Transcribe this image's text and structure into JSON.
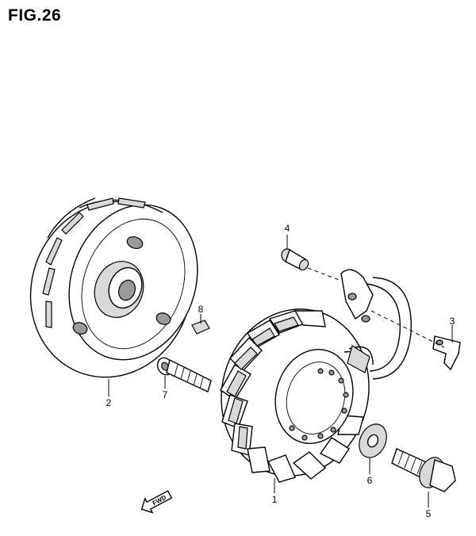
{
  "figure": {
    "title": "FIG.26"
  },
  "callouts": {
    "c1": "1",
    "c2": "2",
    "c3": "3",
    "c4": "4",
    "c5": "5",
    "c6": "6",
    "c7": "7",
    "c8": "8"
  },
  "direction_marker": {
    "label": "FWD"
  }
}
